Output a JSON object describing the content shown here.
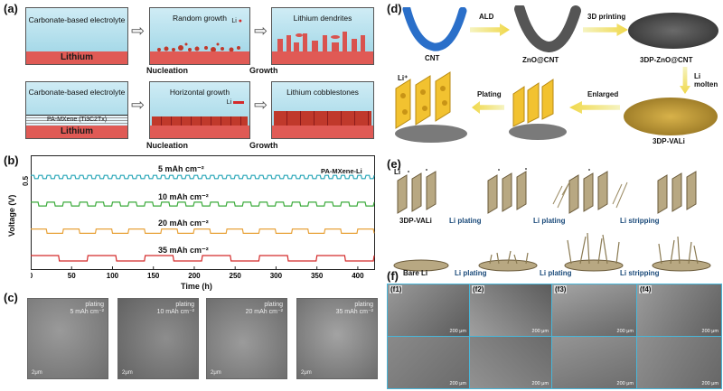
{
  "panel_a": {
    "label": "(a)",
    "row1": {
      "box1_text": "Carbonate-based electrolyte",
      "box1_li": "Lithium",
      "box2_text": "Random growth",
      "box2_marker": "Li",
      "box3_text": "Lithium dendrites",
      "caption_left": "Nucleation",
      "caption_right": "Growth"
    },
    "row2": {
      "box1_text": "Carbonate-based electrolyte",
      "box1_mxene": "PA-MXene (Ti3C2Tx)",
      "box1_li": "Lithium",
      "box2_text": "Horizontal growth",
      "box2_marker": "Li",
      "box3_text": "Lithium cobblestones",
      "caption_left": "Nucleation",
      "caption_right": "Growth"
    }
  },
  "panel_b": {
    "label": "(b)",
    "ylabel": "Voltage (V)",
    "xlabel": "Time (h)",
    "scale_label": "0.5",
    "legend": "PA-MXene-Li",
    "curve_labels": [
      "5 mAh cm⁻²",
      "10 mAh cm⁻²",
      "20 mAh cm⁻²",
      "35 mAh cm⁻²"
    ],
    "xticks": [
      "0",
      "50",
      "100",
      "150",
      "200",
      "250",
      "300",
      "350",
      "400"
    ]
  },
  "chart_data": {
    "type": "line",
    "title": "",
    "xlabel": "Time (h)",
    "ylabel": "Voltage (V)",
    "xlim": [
      0,
      420
    ],
    "series": [
      {
        "name": "5 mAh cm⁻²",
        "color": "#2aa7b8",
        "offset": 3,
        "amp": 0.06,
        "period": 10
      },
      {
        "name": "10 mAh cm⁻²",
        "color": "#3aaa3a",
        "offset": 2,
        "amp": 0.07,
        "period": 20
      },
      {
        "name": "20 mAh cm⁻²",
        "color": "#e8a23a",
        "offset": 1,
        "amp": 0.08,
        "period": 40
      },
      {
        "name": "35 mAh cm⁻²",
        "color": "#d42a2a",
        "offset": 0,
        "amp": 0.1,
        "period": 70
      }
    ]
  },
  "panel_c": {
    "label": "(c)",
    "images": [
      {
        "line1": "plating",
        "line2": "5 mAh cm⁻²",
        "scale": "2μm"
      },
      {
        "line1": "plating",
        "line2": "10 mAh cm⁻²",
        "scale": "2μm"
      },
      {
        "line1": "plating",
        "line2": "20 mAh cm⁻²",
        "scale": "2μm"
      },
      {
        "line1": "plating",
        "line2": "35 mAh cm⁻²",
        "scale": "2μm"
      }
    ]
  },
  "panel_d": {
    "label": "(d)",
    "cnt": "CNT",
    "ald": "ALD",
    "zno": "ZnO@CNT",
    "printing": "3D printing",
    "dp_zno": "3DP-ZnO@CNT",
    "li_molten": "Li molten",
    "vali": "3DP-VALi",
    "enlarged": "Enlarged",
    "plating": "Plating",
    "li_ion": "Li⁺"
  },
  "panel_e": {
    "label": "(e)",
    "li": "Li",
    "vali": "3DP-VALi",
    "steps": [
      "Li plating",
      "Li plating",
      "Li stripping"
    ],
    "bare": "Bare Li",
    "steps2": [
      "Li plating",
      "Li plating",
      "Li stripping"
    ]
  },
  "panel_f": {
    "label": "(f)",
    "images": [
      {
        "label": "(f1)",
        "scale_top": "200 μm",
        "scale_bottom": "200 μm"
      },
      {
        "label": "(f2)",
        "scale_top": "200 μm",
        "scale_bottom": "200 μm"
      },
      {
        "label": "(f3)",
        "scale_top": "200 μm",
        "scale_bottom": "200 μm"
      },
      {
        "label": "(f4)",
        "scale_top": "200 μm",
        "scale_bottom": "200 μm"
      }
    ]
  }
}
